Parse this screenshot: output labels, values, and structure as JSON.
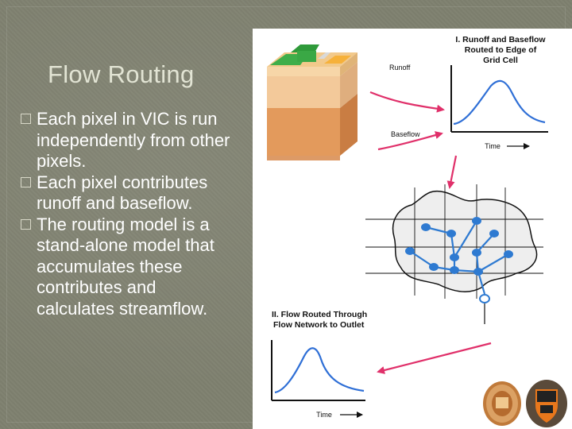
{
  "slide": {
    "title": "Flow Routing",
    "bullets": [
      "Each pixel in VIC is run independently from other pixels.",
      "Each pixel contributes runoff and baseflow.",
      "The routing model is a stand-alone model that accumulates these contributes and calculates streamflow."
    ]
  },
  "figure": {
    "label_runoff": "Runoff",
    "label_baseflow": "Baseflow",
    "panel1_title_lines": [
      "I. Runoff and Baseflow",
      "Routed to Edge of",
      "Grid Cell"
    ],
    "panel1_xaxis": "Time",
    "panel2_title_lines": [
      "II. Flow Routed Through",
      "Flow Network to Outlet"
    ],
    "panel2_xaxis": "Time",
    "icons": [
      "soil-column-icon",
      "university-seal-icon",
      "princeton-shield-icon"
    ]
  },
  "colors": {
    "slide_background": "#7e806f",
    "title_text": "#e2e4d4",
    "body_text": "#ffffff",
    "hydrograph_line": "#2f6fd6",
    "arrow": "#e0306a",
    "network": "#2e7ad1",
    "basin_fill": "#eeeeee"
  }
}
